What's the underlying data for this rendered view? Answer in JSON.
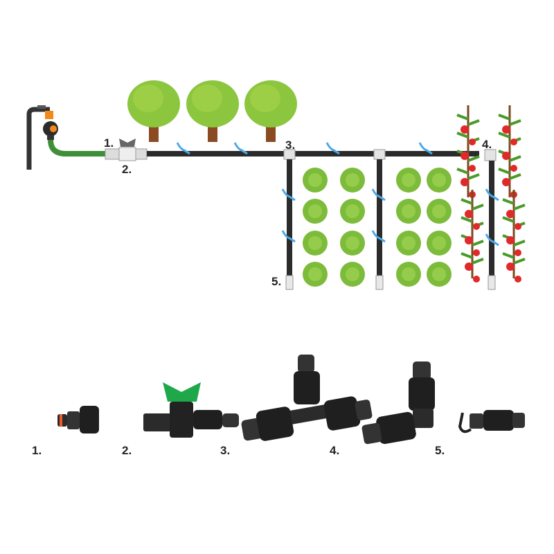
{
  "diagram": {
    "labels": [
      "1.",
      "2.",
      "3.",
      "4.",
      "5."
    ],
    "colors": {
      "pipe": "#2b2b2b",
      "hose": "#3f8f3a",
      "tree": "#8cc63f",
      "trunk": "#8a4b22",
      "lettuce": "#7dbb3a",
      "tomato": "#e0292b",
      "water": "#4aa8e8",
      "valve_handle": "#1fa84a",
      "timer": "#f28a1a"
    }
  },
  "products": {
    "labels": [
      "1.",
      "2.",
      "3.",
      "4.",
      "5."
    ],
    "items": [
      "tap-connector-icon",
      "valve-icon",
      "tee-connector-icon",
      "elbow-connector-icon",
      "end-cap-icon"
    ]
  }
}
